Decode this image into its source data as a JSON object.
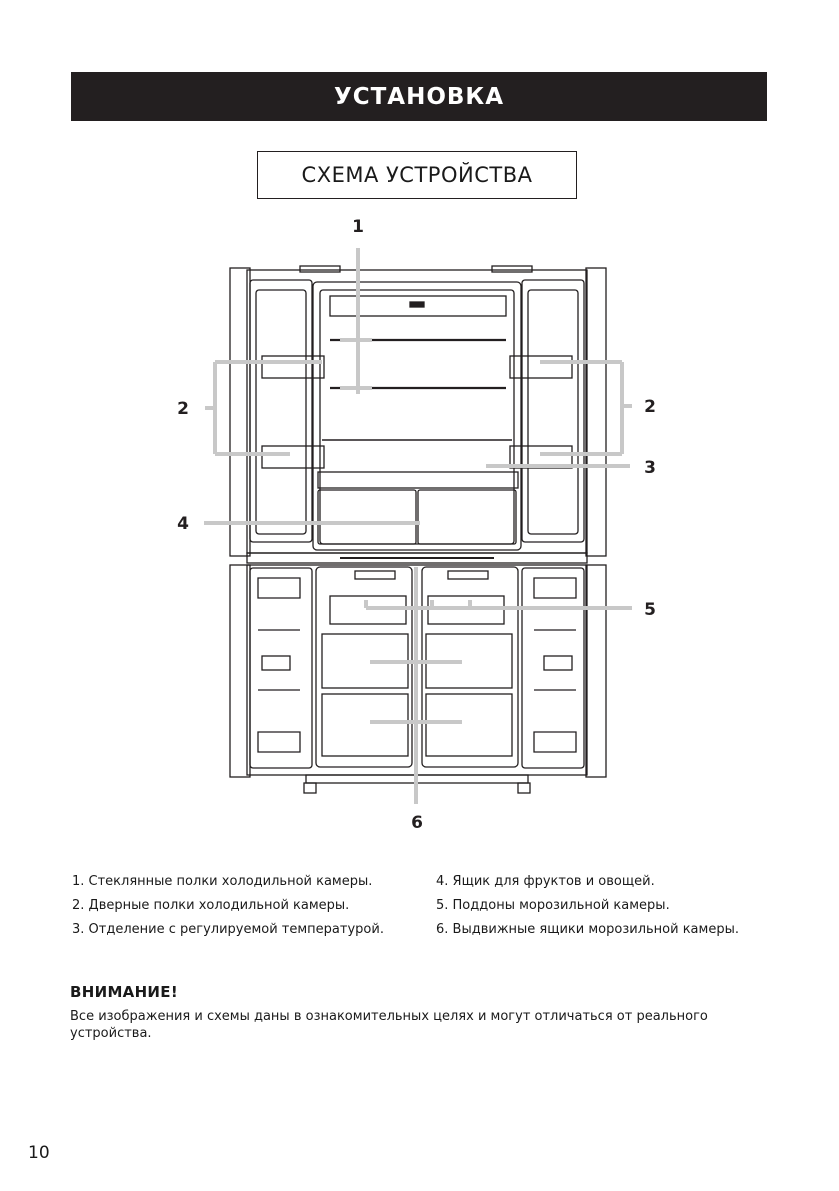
{
  "header": {
    "title": "УСТАНОВКА"
  },
  "section": {
    "title": "СХЕМА УСТРОЙСТВА"
  },
  "diagram": {
    "callouts": {
      "c1": "1",
      "c2_left": "2",
      "c2_right": "2",
      "c3": "3",
      "c4": "4",
      "c5": "5",
      "c6": "6"
    },
    "icons": [
      "refrigerator-diagram"
    ],
    "line_color": "#c8c8c8",
    "outline_color": "#231f20"
  },
  "legend": {
    "left": [
      "1. Стеклянные полки холодильной камеры.",
      "2. Дверные полки холодильной камеры.",
      "3. Отделение с регулируемой температурой."
    ],
    "right": [
      "4. Ящик для фруктов и овощей.",
      "5. Поддоны морозильной камеры.",
      "6. Выдвижные ящики морозильной камеры."
    ]
  },
  "notice": {
    "title": "ВНИМАНИЕ!",
    "text": "Все изображения и схемы даны в ознакомительных целях и могут отличаться от реального устройства."
  },
  "page": {
    "number": "10"
  }
}
